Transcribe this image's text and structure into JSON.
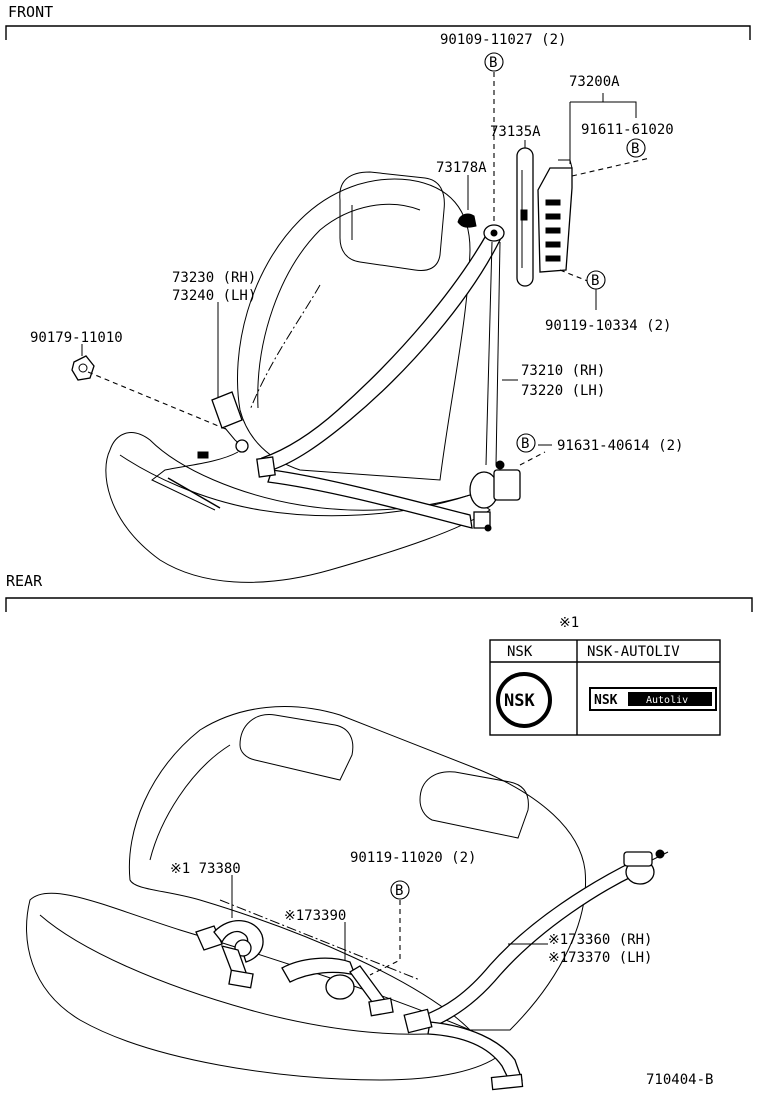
{
  "sections": {
    "front": "FRONT",
    "rear": "REAR"
  },
  "front_parts": {
    "p1": "90109-11027 (2)",
    "p2": "73200A",
    "p3": "73135A",
    "p4": "91611-61020",
    "p5": "73178A",
    "p6": "73230 (RH)",
    "p7": "73240 (LH)",
    "p8": "90119-10334 (2)",
    "p9": "90179-11010",
    "p10": "73210 (RH)",
    "p11": "73220 (LH)",
    "p12": "91631-40614 (2)"
  },
  "marker": "B",
  "note_mark": "※1",
  "maker_table": {
    "col1": "NSK",
    "col2": "NSK-AUTOLIV",
    "logo1": "NSK",
    "logo2a": "NSK",
    "logo2b": "Autoliv"
  },
  "rear_parts": {
    "r1": "※1 73380",
    "r2": "※173390",
    "r3": "90119-11020 (2)",
    "r4": "※173360 (RH)",
    "r5": "※173370 (LH)"
  },
  "figure_id": "710404-B"
}
